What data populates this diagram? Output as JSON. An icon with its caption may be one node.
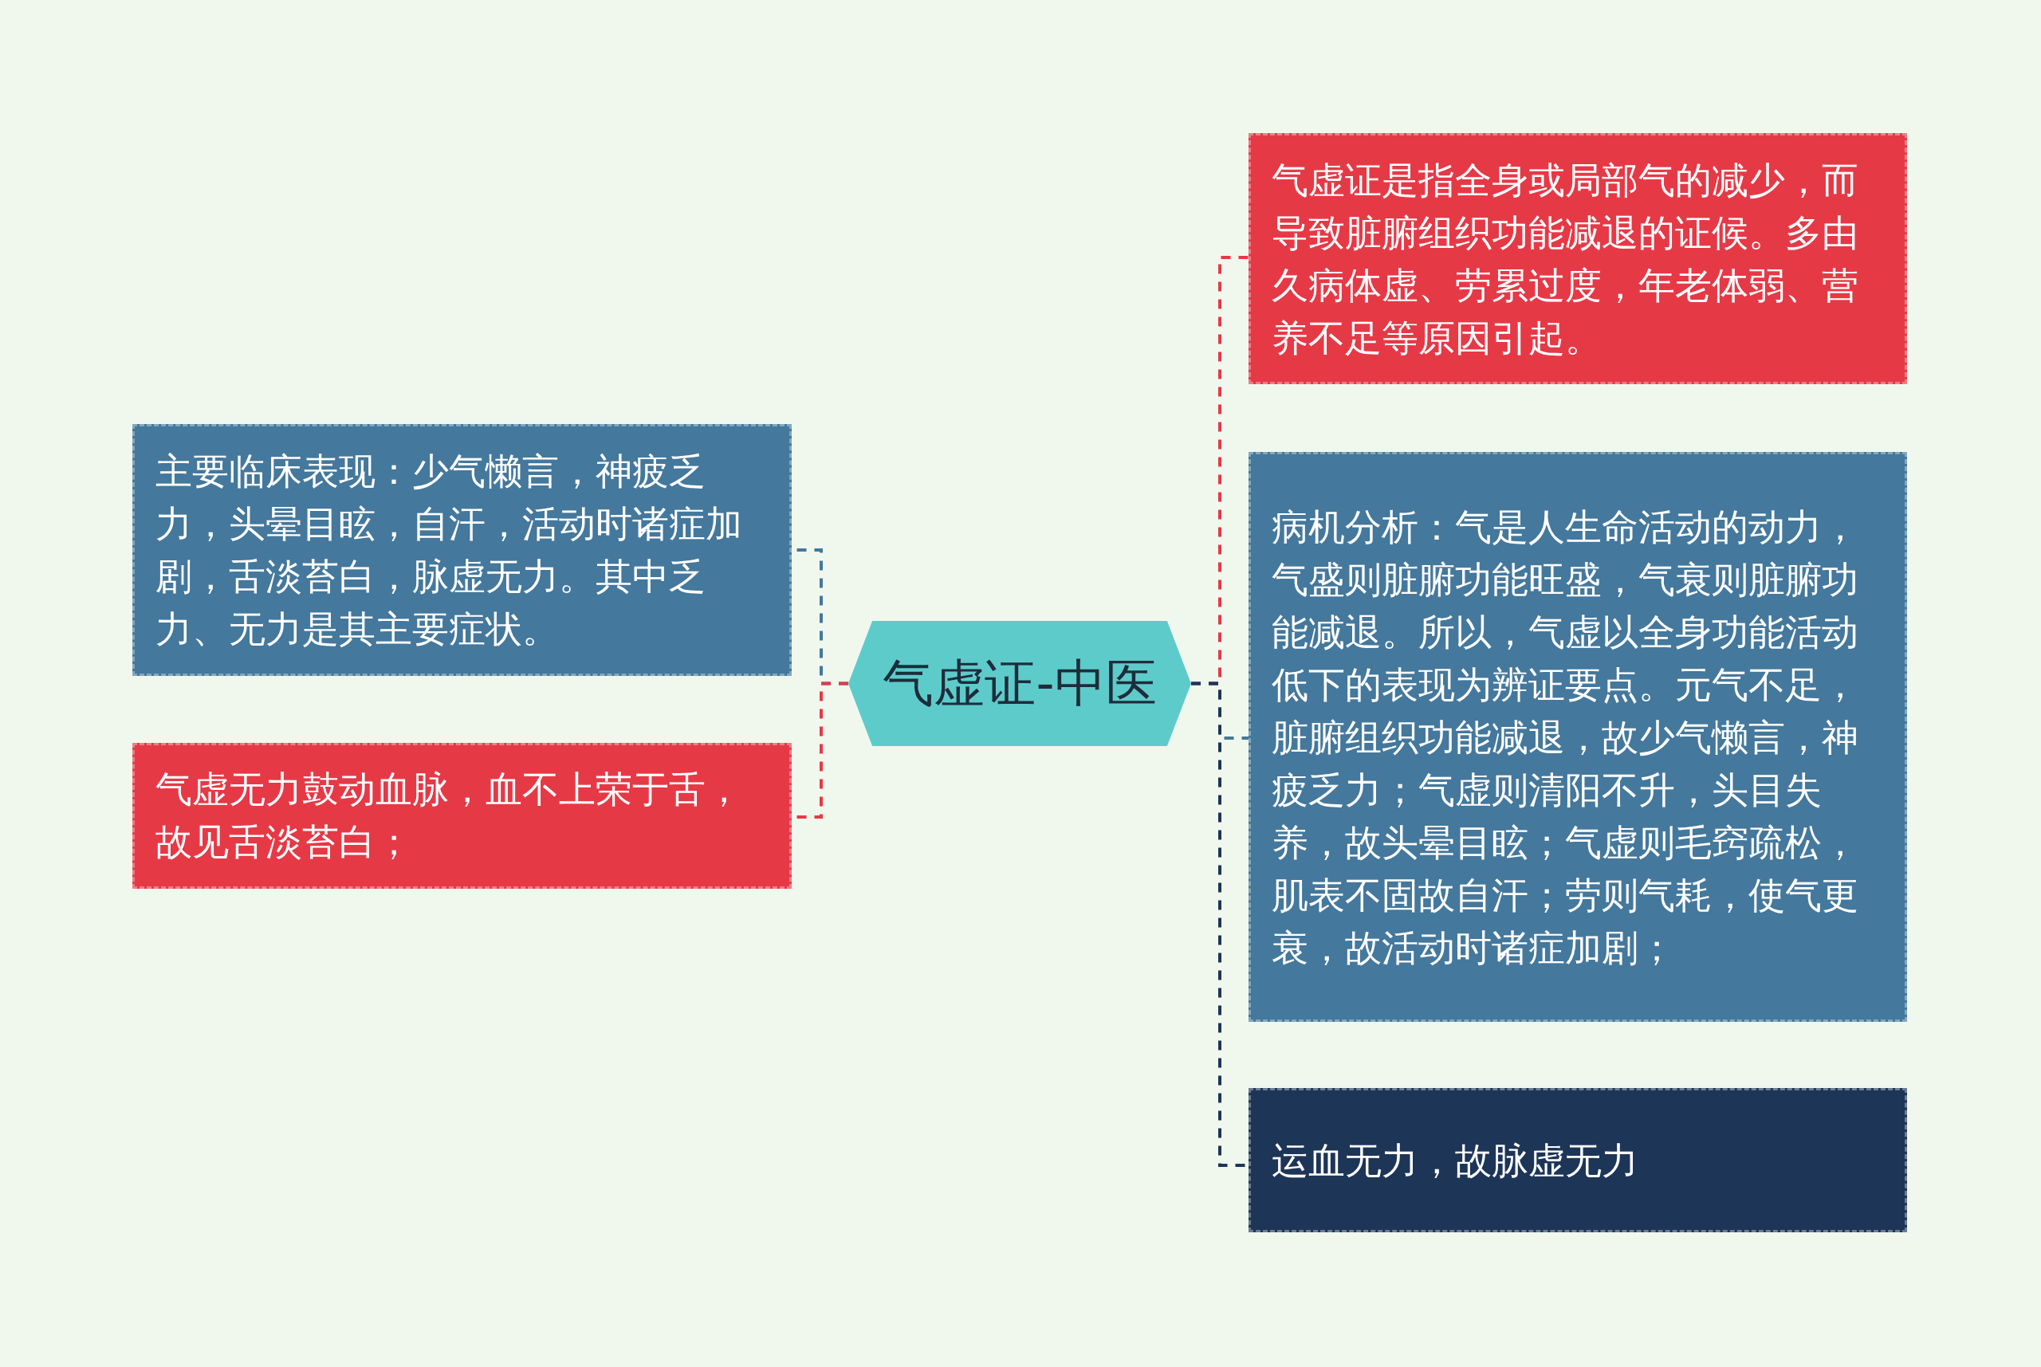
{
  "diagram": {
    "nodes": [
      {
        "text": [
          "气虚证-中医"
        ]
      },
      {
        "text": [
          "主要临床表现：少气懒言，神疲乏力，头晕目眩，自汗，活动时诸症加剧，舌淡苔白，脉虚无力。其中乏力、无力是其主要症状。"
        ]
      },
      {
        "text": [
          "气虚无力鼓动血脉，血不上荣于舌，故见舌淡苔白；"
        ]
      },
      {
        "text": [
          "气虚证是指全身或局部气的减少，而导致脏腑组织功能减退的证候。多由久病体虚、劳累过度，年老体弱、营养不足等原因引起。"
        ]
      },
      {
        "text": [
          "病机分析：气是人生命活动的动力，气盛则脏腑功能旺盛，气衰则脏腑功能减退。所以，气虚以全身功能活动低下的表现为辨证要点。元气不足，脏腑组织功能减退，故少气懒言，神疲乏力；气虚则清阳不升，头目失养，故头晕目眩；气虚则毛窍疏松，肌表不固故自汗；劳则气耗，使气更衰，故活动时诸症加剧；"
        ]
      },
      {
        "text": [
          "运血无力，故脉虚无力"
        ]
      }
    ],
    "edges": [
      {
        "from": 0,
        "to": 1,
        "arrow": "none",
        "style": "dashed",
        "color": "#44789c"
      },
      {
        "from": 0,
        "to": 2,
        "arrow": "none",
        "style": "dashed",
        "color": "#e63946"
      },
      {
        "from": 0,
        "to": 3,
        "arrow": "none",
        "style": "dashed",
        "color": "#e63946"
      },
      {
        "from": 0,
        "to": 4,
        "arrow": "none",
        "style": "dashed",
        "color": "#44789c"
      },
      {
        "from": 0,
        "to": 5,
        "arrow": "none",
        "style": "dashed",
        "color": "#1d3557"
      }
    ]
  }
}
